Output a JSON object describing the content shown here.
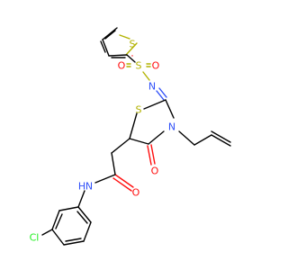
{
  "molecule": {
    "atom_labels": {
      "s_thiophene": "S",
      "s_sulfonyl": "S",
      "o_sulfonyl_left": "O",
      "o_sulfonyl_right": "O",
      "n_imine": "N",
      "s_ring": "S",
      "n_ring": "N",
      "o_ketone": "O",
      "o_amide": "O",
      "n_amide": "N",
      "h_amide": "H",
      "cl": "Cl"
    },
    "colors": {
      "carbon": "#000000",
      "sulfur": "#b2b200",
      "oxygen": "#ff0d0d",
      "nitrogen": "#3050f8",
      "chlorine": "#1ff01f"
    }
  }
}
